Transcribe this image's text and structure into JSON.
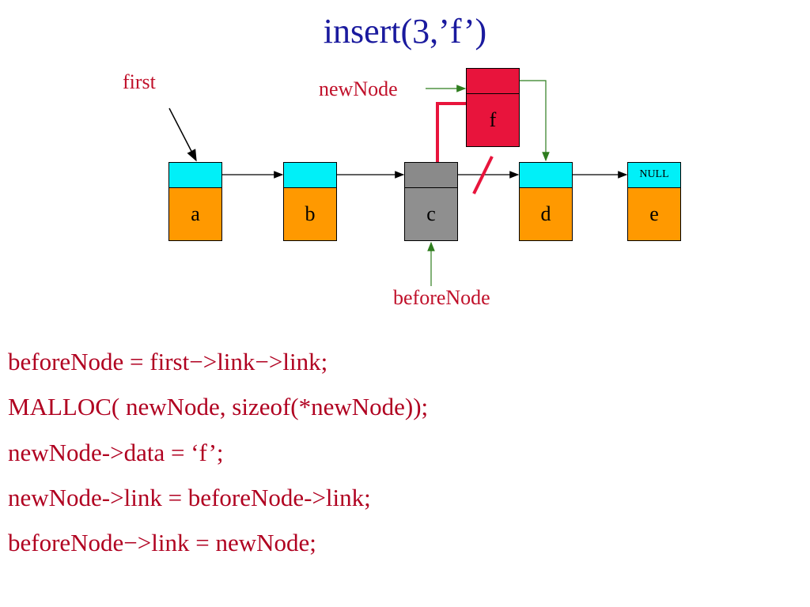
{
  "title": "insert(3,’f’)",
  "labels": {
    "first": "first",
    "new_node": "newNode",
    "before_node": "beforeNode"
  },
  "nodes": [
    {
      "data": "a"
    },
    {
      "data": "b"
    },
    {
      "data": "c"
    },
    {
      "data": "d"
    },
    {
      "data": "e",
      "link_text": "NULL"
    }
  ],
  "new_node": {
    "data": "f"
  },
  "code": [
    "beforeNode = first−>link−>link;",
    "MALLOC( newNode, sizeof(*newNode));",
    "newNode->data = ‘f’;",
    "newNode->link = beforeNode->link;",
    "beforeNode−>link = newNode;"
  ],
  "colors": {
    "link_field": "#00f0f8",
    "data_field": "#ff9900",
    "before_node": "#8f8f8f",
    "new_node": "#e8143c",
    "title": "#1a1a9e",
    "text": "#c0102a",
    "pointer_green": "#2e7d1e",
    "new_link_red": "#e8143c"
  }
}
